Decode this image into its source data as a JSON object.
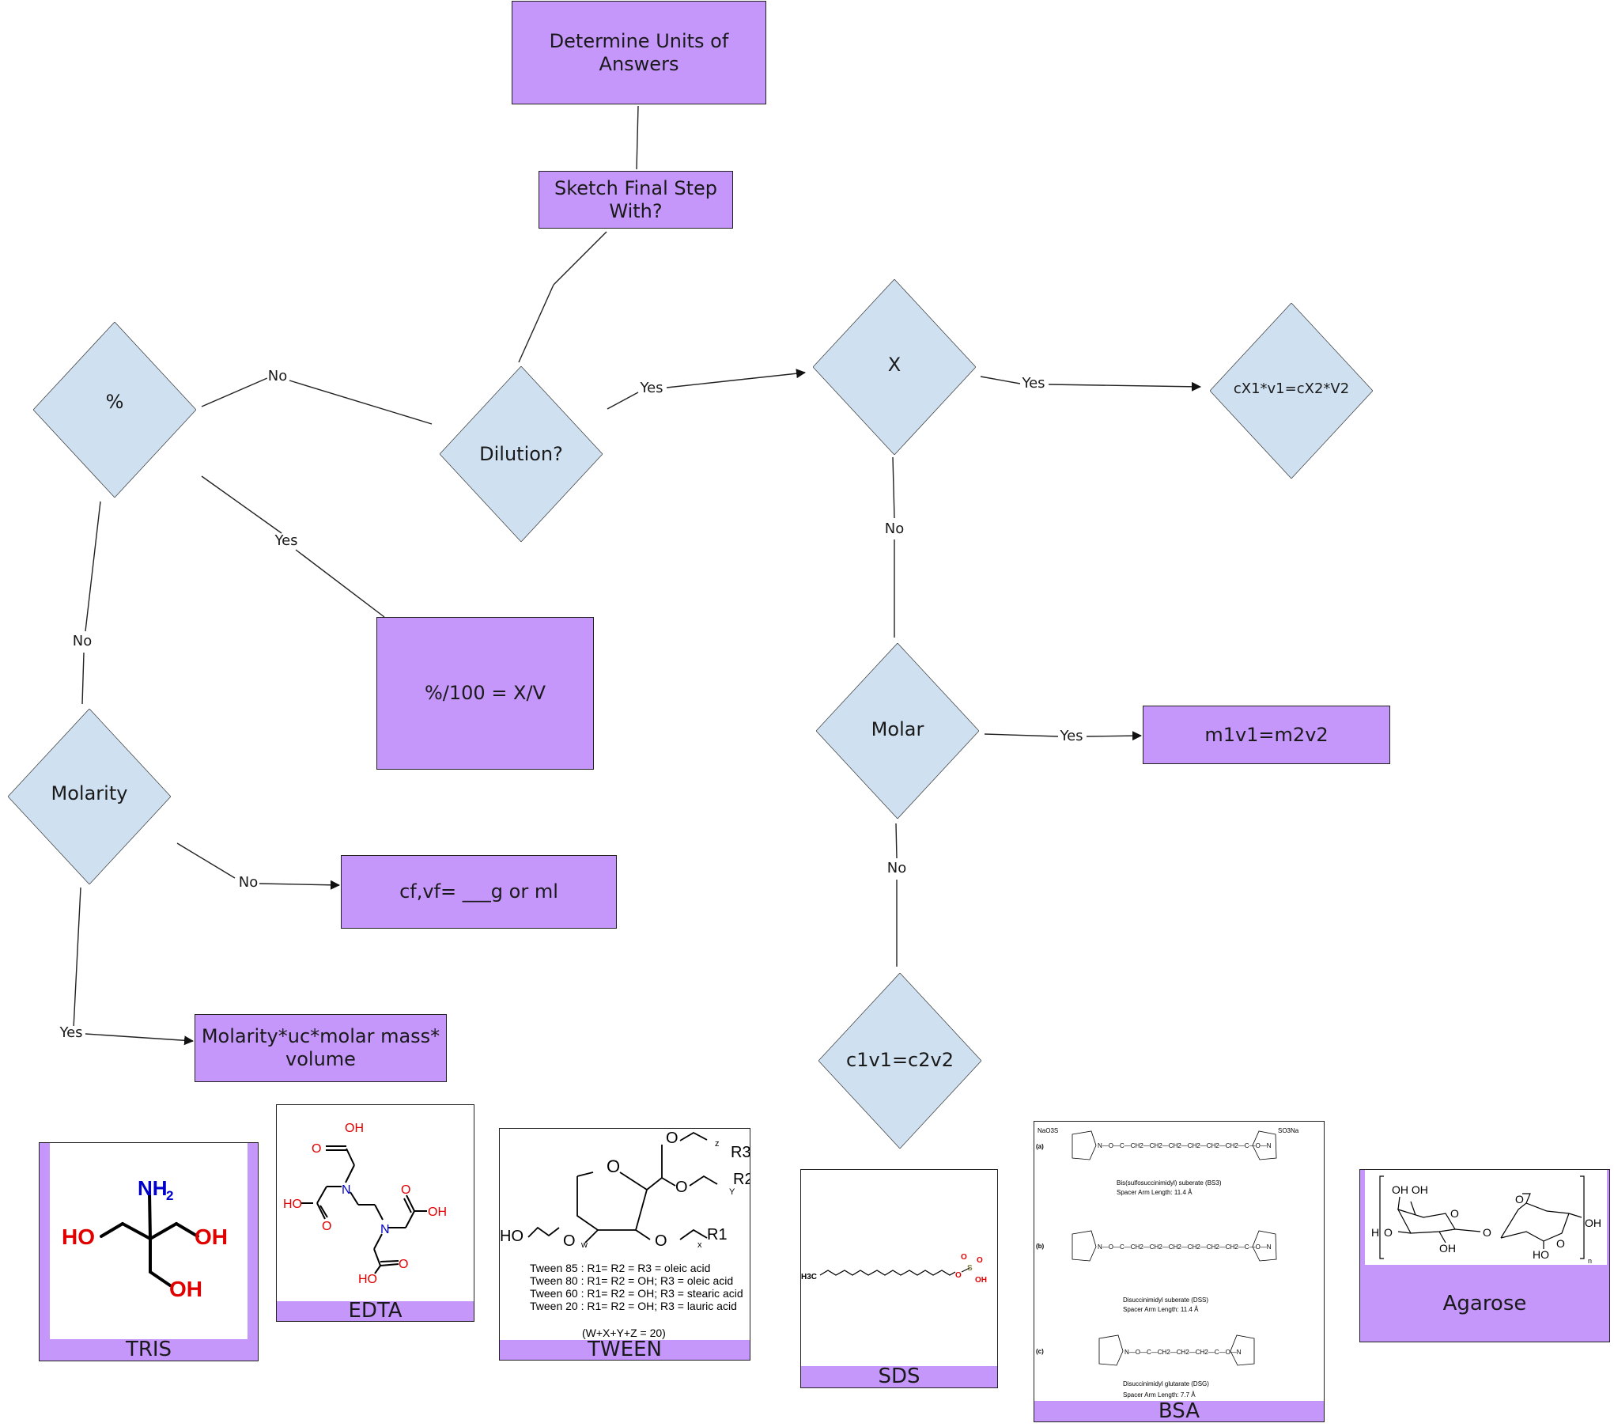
{
  "nodes": {
    "determine_units": "Determine Units of Answers",
    "sketch_final": "Sketch Final Step With?",
    "percent": "%",
    "dilution": "Dilution?",
    "x": "X",
    "cx_formula": "cX1*v1=cX2*V2",
    "molar": "Molar",
    "m1v1": "m1v1=m2v2",
    "c1v1": "c1v1=c2v2",
    "molarity": "Molarity",
    "percent_formula": "%/100 = X/V",
    "cfvf": "cf,vf= ___g or ml",
    "molarity_formula": "Molarity*uc*molar mass* volume"
  },
  "edge_labels": {
    "percent_no": "No",
    "percent_yes": "Yes",
    "percent_molarity_no": "No",
    "dilution_yes": "Yes",
    "x_yes": "Yes",
    "x_no": "No",
    "molar_yes": "Yes",
    "molar_no": "No",
    "molarity_no": "No",
    "molarity_yes": "Yes"
  },
  "reagents": {
    "tris": {
      "caption": "TRIS",
      "atoms": {
        "nh2": "NH",
        "nh2_sub": "2",
        "ho_left": "HO",
        "oh_right": "OH",
        "oh_bottom": "OH"
      }
    },
    "edta": {
      "caption": "EDTA",
      "atoms": {
        "oh1": "OH",
        "o1": "O",
        "n1": "N",
        "ho2": "HO",
        "o2": "O",
        "n2": "N",
        "o3": "O",
        "oh3": "OH",
        "o4": "O",
        "ho4": "HO"
      }
    },
    "tween": {
      "caption": "TWEEN",
      "lines": [
        "Tween 85 : R1= R2 = R3 = oleic acid",
        "Tween 80 : R1= R2 = OH; R3 = oleic acid",
        "Tween 60 : R1= R2 = OH; R3 = stearic acid",
        "Tween 20 : R1= R2 = OH; R3 = lauric acid"
      ],
      "sum": "(W+X+Y+Z = 20)",
      "labels": {
        "ho": "HO",
        "w": "w",
        "x": "x",
        "y": "Y",
        "z": "z",
        "r1": "R1",
        "r2": "R2",
        "r3": "R3",
        "o": "O"
      }
    },
    "sds": {
      "caption": "SDS",
      "atoms": {
        "h3c": "H3C",
        "o": "O",
        "s": "S",
        "o1": "O",
        "o2": "O",
        "oh": "OH"
      }
    },
    "bsa": {
      "caption": "BSA",
      "a_label": "(a)",
      "b_label": "(b)",
      "c_label": "(c)",
      "a_chain": "N—O—C—CH2—CH2—CH2—CH2—CH2—CH2—C—O—N",
      "b_chain": "N—O—C—CH2—CH2—CH2—CH2—CH2—CH2—C—O—N",
      "c_chain": "N—O—C—CH2—CH2—CH2—C—O—N",
      "a_left": "NaO3S",
      "a_right": "SO3Na",
      "a_name": "Bis(sulfosuccinimidyl) suberate (BS3)",
      "a_spacer": "Spacer Arm Length: 11.4 Å",
      "b_name": "Disuccinimidyl suberate (DSS)",
      "b_spacer": "Spacer Arm Length: 11.4 Å",
      "c_name": "Disuccinimidyl glutarate (DSG)",
      "c_spacer": "Spacer Arm Length: 7.7 Å"
    },
    "agarose": {
      "caption": "Agarose",
      "atoms": {
        "ohoh": "OH OH",
        "h": "H",
        "o": "O",
        "oh_mid": "OH",
        "ho": "HO",
        "oh_right": "OH",
        "n": "n"
      }
    }
  },
  "colors": {
    "process_fill": "#c597fb",
    "decision_fill": "#cfe1f1",
    "oxygen": "#e00000",
    "nitrogen": "#0000cc"
  }
}
